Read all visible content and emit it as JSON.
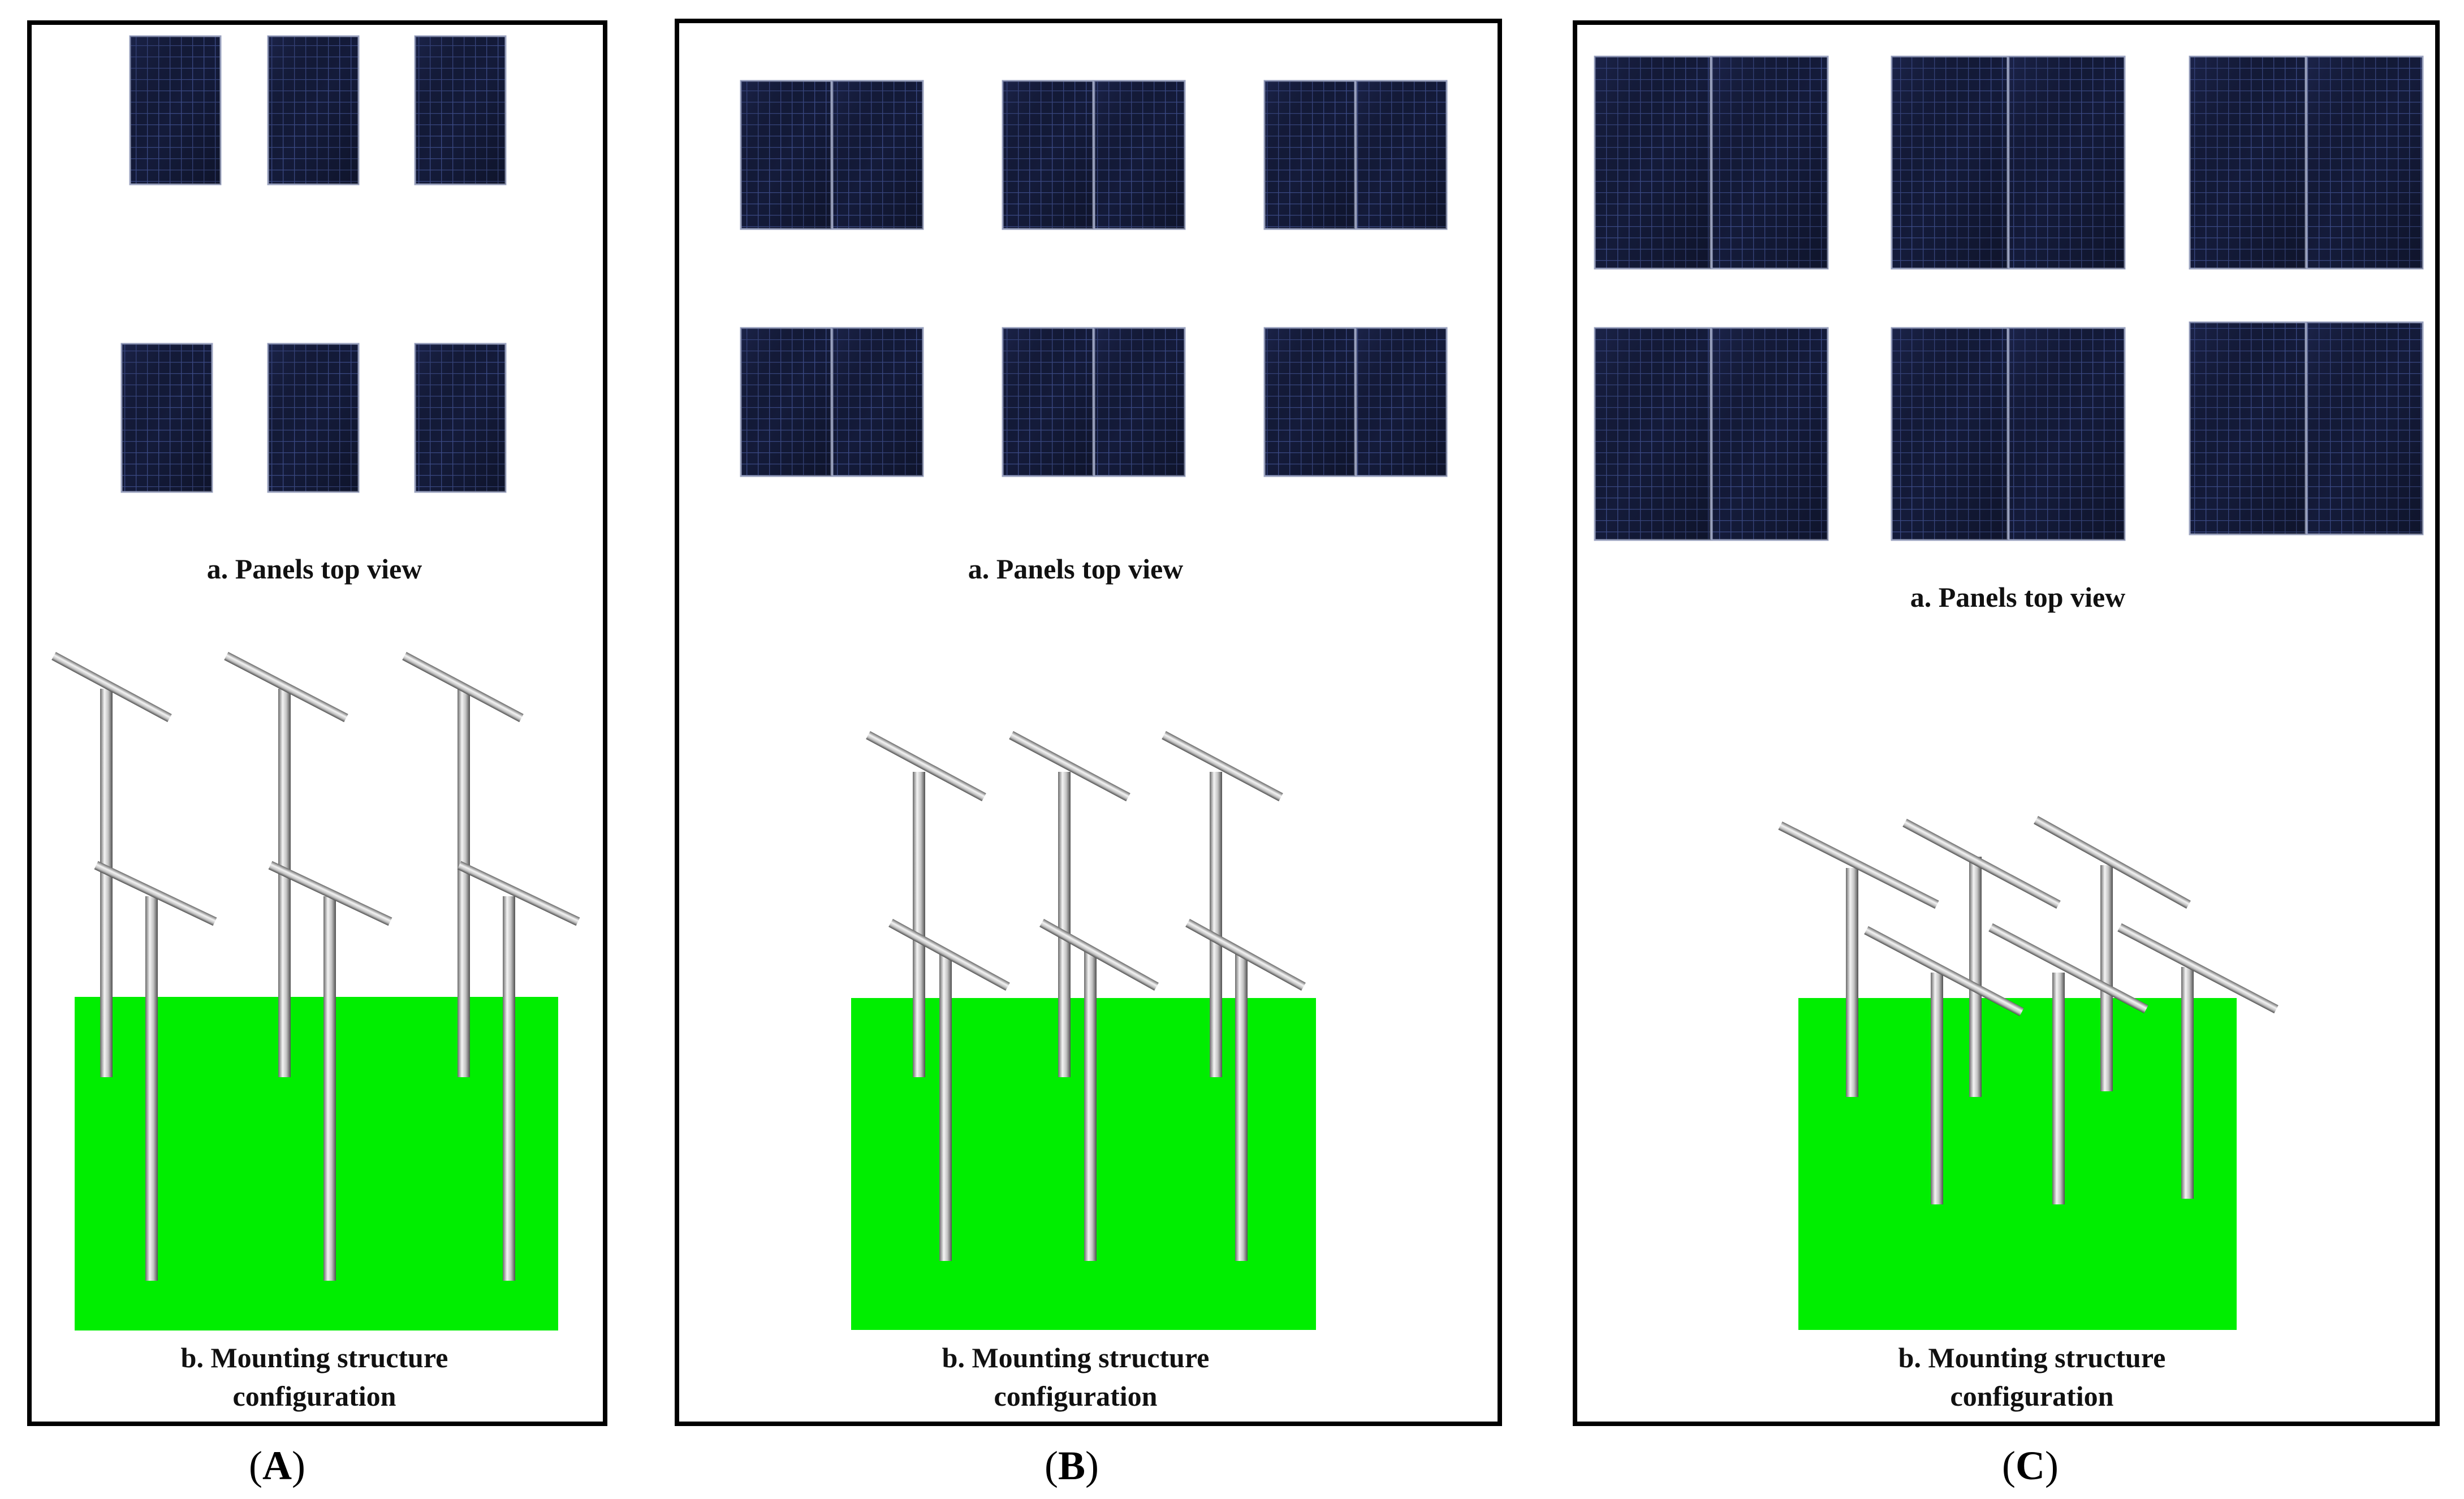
{
  "colors": {
    "frame": "#000000",
    "ground": "#00ee00",
    "panel_dark": "#141b3a",
    "panel_grid": "#3b4a85",
    "pole_light": "#f2f2f2",
    "pole_mid": "#b5b5b5",
    "pole_dark": "#5a5a5a"
  },
  "panels": [
    {
      "id": "A",
      "label_open": "(",
      "label_letter": "A",
      "label_close": ")",
      "top_view_caption": "a. Panels top view",
      "mount_caption_line1": "b. Mounting structure",
      "mount_caption_line2": "configuration",
      "modules_per_group": 1,
      "group_rows": 2,
      "group_cols": 3
    },
    {
      "id": "B",
      "label_open": "(",
      "label_letter": "B",
      "label_close": ")",
      "top_view_caption": "a. Panels top view",
      "mount_caption_line1": "b. Mounting structure",
      "mount_caption_line2": "configuration",
      "modules_per_group": 2,
      "group_rows": 2,
      "group_cols": 3
    },
    {
      "id": "C",
      "label_open": "(",
      "label_letter": "C",
      "label_close": ")",
      "top_view_caption": "a. Panels top view",
      "mount_caption_line1": "b. Mounting structure",
      "mount_caption_line2": "configuration",
      "modules_per_group": 2,
      "group_rows": 2,
      "group_cols": 3
    }
  ],
  "icons": {
    "solar_module": "solar-panel-icon",
    "mount_post": "t-mount-post-icon"
  }
}
